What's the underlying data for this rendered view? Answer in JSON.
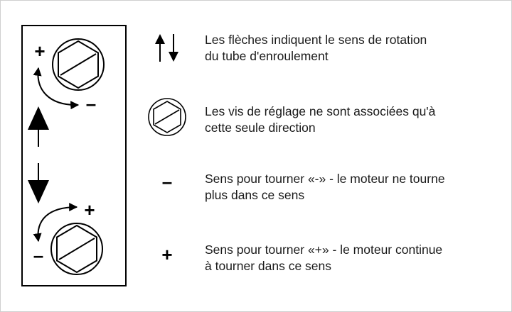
{
  "colors": {
    "ink": "#000000",
    "frame_border": "#cfcfcf",
    "text": "#1a1a1a"
  },
  "panel": {
    "top_screw": {
      "plus_symbol": "+",
      "minus_symbol": "–"
    },
    "bottom_screw": {
      "plus_symbol": "+",
      "minus_symbol": "–"
    }
  },
  "legend": {
    "arrows": {
      "icon": "up-down-arrows-icon",
      "line1": "Les flèches indiquent le sens de rotation",
      "line2": "du tube d'enroulement"
    },
    "screw": {
      "icon": "adjustment-screw-icon",
      "line1": "Les vis de réglage ne sont associées qu'à",
      "line2": "cette seule direction"
    },
    "minus": {
      "symbol": "–",
      "line1": "Sens pour tourner «-» - le moteur ne tourne",
      "line2": "plus dans ce sens"
    },
    "plus": {
      "symbol": "+",
      "line1": "Sens pour tourner «+» - le moteur continue",
      "line2": "à tourner dans ce sens"
    }
  }
}
